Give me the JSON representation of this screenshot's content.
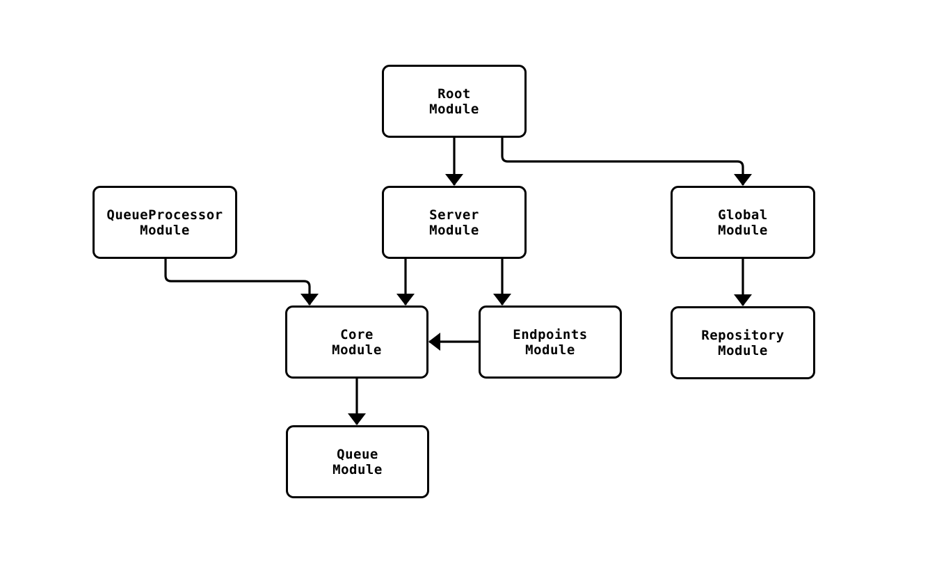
{
  "diagram": {
    "type": "module-dependency-flowchart",
    "background_color": "#ffffff",
    "stroke_color": "#000000",
    "text_color": "#000000",
    "nodes": {
      "root": {
        "line1": "Root",
        "line2": "Module"
      },
      "queueprocessor": {
        "line1": "QueueProcessor",
        "line2": "Module"
      },
      "server": {
        "line1": "Server",
        "line2": "Module"
      },
      "global": {
        "line1": "Global",
        "line2": "Module"
      },
      "core": {
        "line1": "Core",
        "line2": "Module"
      },
      "endpoints": {
        "line1": "Endpoints",
        "line2": "Module"
      },
      "repository": {
        "line1": "Repository",
        "line2": "Module"
      },
      "queue": {
        "line1": "Queue",
        "line2": "Module"
      }
    },
    "edges": [
      {
        "from": "Root Module",
        "to": "Server Module",
        "label": "Root Module to Server Module"
      },
      {
        "from": "Root Module",
        "to": "Global Module",
        "label": "Root Module to Global Module"
      },
      {
        "from": "QueueProcessor Module",
        "to": "Core Module",
        "label": "QueueProcessor Module to Core Module"
      },
      {
        "from": "Server Module",
        "to": "Core Module",
        "label": "Server Module to Core Module"
      },
      {
        "from": "Server Module",
        "to": "Endpoints Module",
        "label": "Server Module to Endpoints Module"
      },
      {
        "from": "Endpoints Module",
        "to": "Core Module",
        "label": "Endpoints Module to Core Module"
      },
      {
        "from": "Global Module",
        "to": "Repository Module",
        "label": "Global Module to Repository Module"
      },
      {
        "from": "Core Module",
        "to": "Queue Module",
        "label": "Core Module to Queue Module"
      }
    ]
  }
}
